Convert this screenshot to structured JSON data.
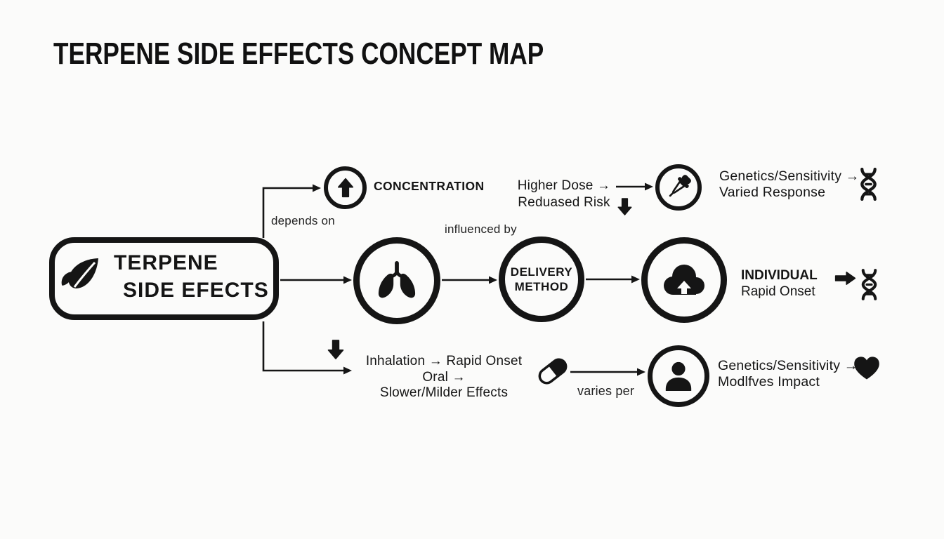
{
  "title": "TERPENE SIDE EFFECTS CONCEPT MAP",
  "colors": {
    "ink": "#151515",
    "background": "#fbfbfa"
  },
  "main_node": {
    "label_line1": "TERPENE",
    "label_line2": "SIDE EFECTS",
    "icon": "leaf-icon"
  },
  "branches": {
    "concentration": {
      "edge_label": "depends on",
      "node_icon": "arrow-up-icon",
      "node_label": "CONCENTRATION",
      "annotation_line1": "Higher Dose →",
      "annotation_line2": "Reduased Risk",
      "annotation_icon": "arrow-down-icon",
      "target_icon": "dropper-icon",
      "outcome_line1": "Genetics/Sensitivity →",
      "outcome_line2": "Varied Response",
      "outcome_icon": "dna-icon"
    },
    "delivery": {
      "edge_label": "influenced by",
      "source_icon": "lungs-icon",
      "node_line1": "DELIVERY",
      "node_line2": "METHOD",
      "target_icon": "cloud-upload-icon",
      "outcome_line1": "INDIVIDUAL",
      "outcome_line2": "Rapid Onset",
      "outcome_arrow_icon": "arrow-right-icon",
      "outcome_icon": "dna-icon"
    },
    "individual": {
      "edge_label": "varies per",
      "annotation_icon": "arrow-down-icon",
      "annotation_line1": "Inhalation → Rapid Onset",
      "annotation_line2": "Oral →",
      "annotation_line3": "Slower/Milder Effects",
      "source_icon": "pill-icon",
      "target_icon": "person-icon",
      "outcome_line1": "Genetics/Sensitivity →",
      "outcome_line2": "Modlfves Impact",
      "outcome_icon": "heart-icon"
    }
  }
}
